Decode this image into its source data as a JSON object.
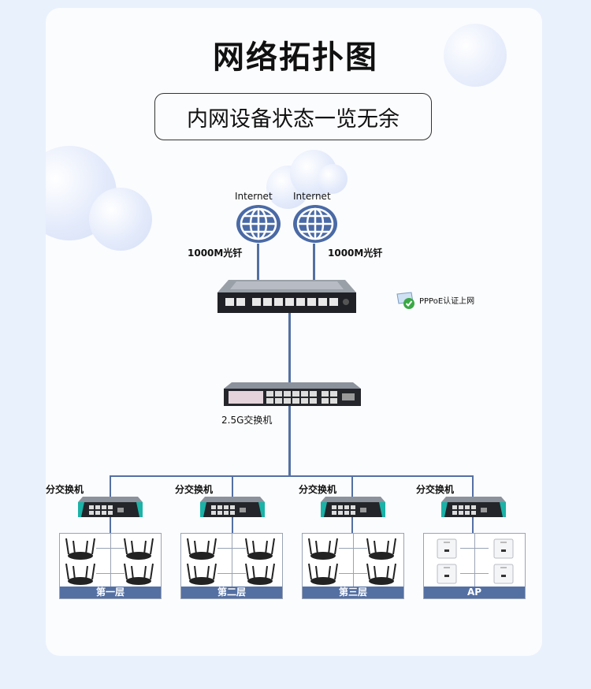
{
  "title": "网络拓扑图",
  "subtitle": "内网设备状态一览无余",
  "internet": [
    "Internet",
    "Internet"
  ],
  "links": [
    "1000M光钎",
    "1000M光钎"
  ],
  "pppoe": "PPPoE认证上网",
  "core_switch": "2.5G交换机",
  "branch_switches": [
    "分交换机",
    "分交换机",
    "分交换机",
    "分交换机"
  ],
  "floors": [
    "第一层",
    "第二层",
    "第三层",
    "AP"
  ],
  "colors": {
    "link_line": "#5470a3",
    "floor_bar": "#5470a3",
    "globe": "#4a6aa6"
  }
}
